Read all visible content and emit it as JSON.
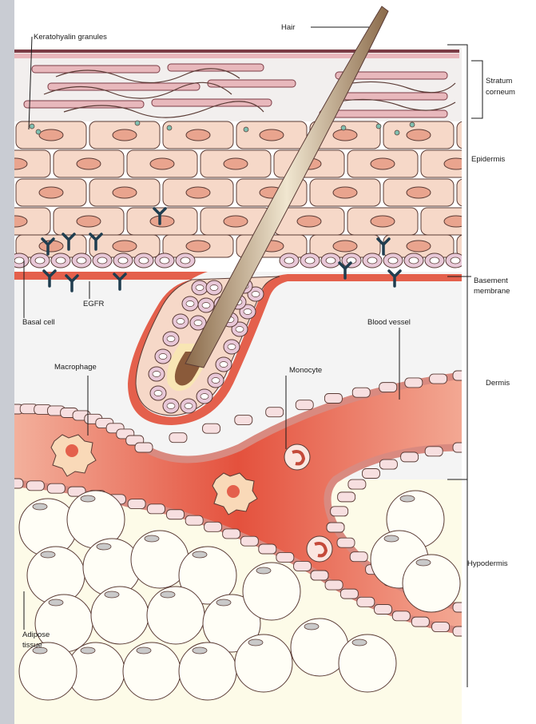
{
  "labels": {
    "hair": "Hair",
    "keratohyalin": "Keratohyalin granules",
    "stratum_1": "Stratum",
    "stratum_2": "corneum",
    "epidermis": "Epidermis",
    "basement_1": "Basement",
    "basement_2": "membrane",
    "basal_cell": "Basal cell",
    "egfr": "EGFR",
    "blood_vessel": "Blood vessel",
    "macrophage": "Macrophage",
    "monocyte": "Monocyte",
    "dermis": "Dermis",
    "hypodermis": "Hypodermis",
    "adipose_1": "Adipose",
    "adipose_2": "tissue"
  },
  "colors": {
    "side_bar": "#c9ccd3",
    "cell_fill": "#f6d8c8",
    "cell_stroke": "#5a3b35",
    "nucleus": "#e9a48e",
    "vessel": "#e4604c",
    "vessel_wall": "#d98a80",
    "dermis_bg": "#f4f4f4",
    "hypodermis_bg": "#fdfbe8",
    "receptor": "#1f3d4f",
    "granule": "#7fbfb0"
  }
}
